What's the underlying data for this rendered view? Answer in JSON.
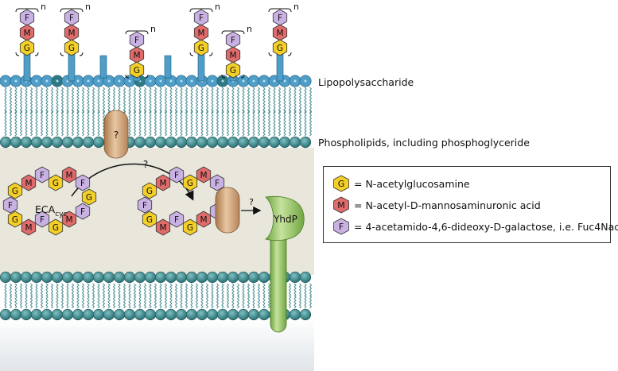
{
  "labels": {
    "lps": "Lipopolysaccharide",
    "phospholipids": "Phospholipids, including phosphoglyceride",
    "eca_main": "ECA",
    "eca_sub": "cyc",
    "yhdp": "YhdP",
    "unknown": "?",
    "repeat_n": "n"
  },
  "sugars": {
    "G": {
      "letter": "G",
      "name": "N-acetylglucosamine",
      "color": "#f3cf28"
    },
    "M": {
      "letter": "M",
      "name": "N-acetyl-D-mannosaminuronic acid",
      "color": "#e06b6b"
    },
    "F": {
      "letter": "F",
      "name": "4-acetamido-4,6-dideoxy-D-galactose, i.e. Fuc4Nac",
      "color": "#c9b2e3"
    }
  },
  "legend": {
    "eq": "= "
  },
  "colors": {
    "bead": "#2f8287",
    "lps_core": "#4f9ec9",
    "periplasm": "#e9e6dc",
    "transporter": "#c79867",
    "yhdp": "#8bbf56",
    "tail": "#4f8f94"
  }
}
